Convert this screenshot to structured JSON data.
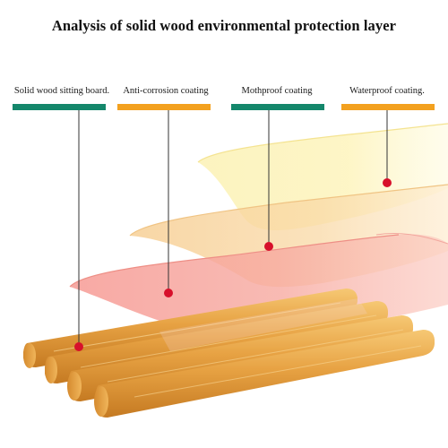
{
  "title": "Analysis of solid wood environmental protection layer",
  "colors": {
    "green_bar": "#14876b",
    "orange_bar": "#f3a11f",
    "marker": "#d7102b"
  },
  "labels": [
    {
      "text": "Solid wood sitting board.",
      "bar_color": "#14876b"
    },
    {
      "text": "Anti-corrosion coating",
      "bar_color": "#f3a11f"
    },
    {
      "text": "Mothproof coating",
      "bar_color": "#14876b"
    },
    {
      "text": "Waterproof coating.",
      "bar_color": "#f3a11f"
    }
  ]
}
